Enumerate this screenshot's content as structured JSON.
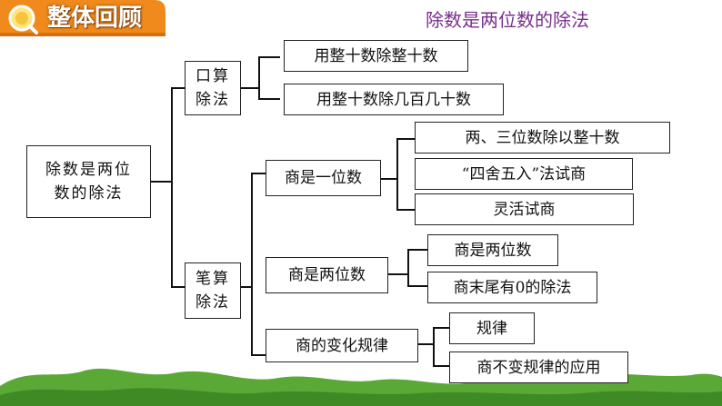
{
  "header": {
    "title": "整体回顾",
    "subtitle": "除数是两位数的除法"
  },
  "colors": {
    "title_bg": "#f08a1c",
    "subtitle": "#7a2e8e",
    "grass": "#4f9a2c"
  },
  "diagram": {
    "root": [
      "除数是两位",
      "数的除法"
    ],
    "oral": {
      "label": [
        "口算",
        "除法"
      ],
      "items": [
        "用整十数除整十数",
        "用整十数除几百几十数"
      ]
    },
    "written": {
      "label": [
        "笔算",
        "除法"
      ],
      "groups": [
        {
          "label": "商是一位数",
          "items": [
            "两、三位数除以整十数",
            "“四舍五入”法试商",
            "灵活试商"
          ]
        },
        {
          "label": "商是两位数",
          "items": [
            "商是两位数",
            "商末尾有0的除法"
          ]
        },
        {
          "label": "商的变化规律",
          "items": [
            "规律",
            "商不变规律的应用"
          ]
        }
      ]
    }
  }
}
